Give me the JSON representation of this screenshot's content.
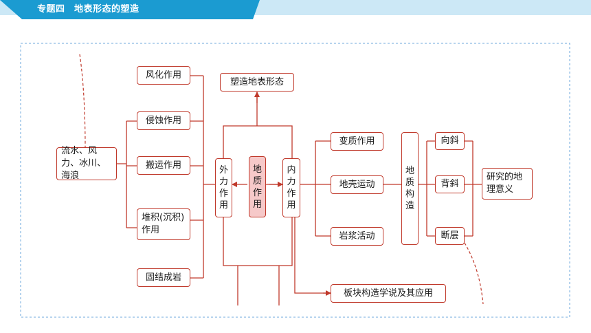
{
  "header": {
    "title": "专题四　地表形态的塑造",
    "bar_color": "#1b9bd1",
    "stripe_color": "#cce8f6"
  },
  "colors": {
    "line": "#c0392b",
    "border": "#c0392b",
    "dashed_frame": "#6fa8dc",
    "highlight_fill": "#f6c9c9"
  },
  "nodes": {
    "agents": "流水、风力、冰川、海浪",
    "weathering": "风化作用",
    "erosion": "侵蚀作用",
    "transport": "搬运作用",
    "deposition": "堆积(沉积)作用",
    "consolidation": "固结成岩",
    "external_force": "外力作用",
    "geologic_action": "地质作用",
    "internal_force": "内力作用",
    "shape_landform": "塑造地表形态",
    "metamorphism": "变质作用",
    "crustal_movement": "地壳运动",
    "magmatic_activity": "岩浆活动",
    "geologic_structure": "地质构造",
    "syncline": "向斜",
    "anticline": "背斜",
    "fault": "断层",
    "research_significance": "研究的地理意义",
    "plate_tectonics": "板块构造学说及其应用"
  }
}
